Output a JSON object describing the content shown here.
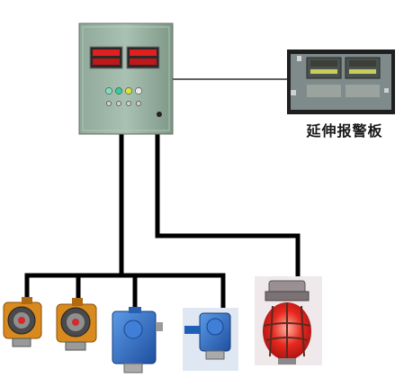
{
  "diagram": {
    "remote_panel_caption": "延伸报警板",
    "colors": {
      "cabinet": "#9fb7a8",
      "cable": "#000000",
      "display_red": "#e02020",
      "detector_blue": "#2f6fc6",
      "detector_orange": "#d88a1f",
      "lamp_red": "#d81e1e"
    },
    "components": [
      {
        "id": "control-cabinet",
        "icon": "cabinet-icon"
      },
      {
        "id": "remote-alarm-panel",
        "icon": "panel-icon"
      },
      {
        "id": "gas-detector-1",
        "icon": "explosion-proof-detector-icon"
      },
      {
        "id": "gas-detector-2",
        "icon": "explosion-proof-detector-icon"
      },
      {
        "id": "gas-detector-3",
        "icon": "blue-detector-icon"
      },
      {
        "id": "gas-detector-4",
        "icon": "blue-detector-icon"
      },
      {
        "id": "alarm-lamp",
        "icon": "explosion-proof-lamp-icon"
      }
    ]
  }
}
